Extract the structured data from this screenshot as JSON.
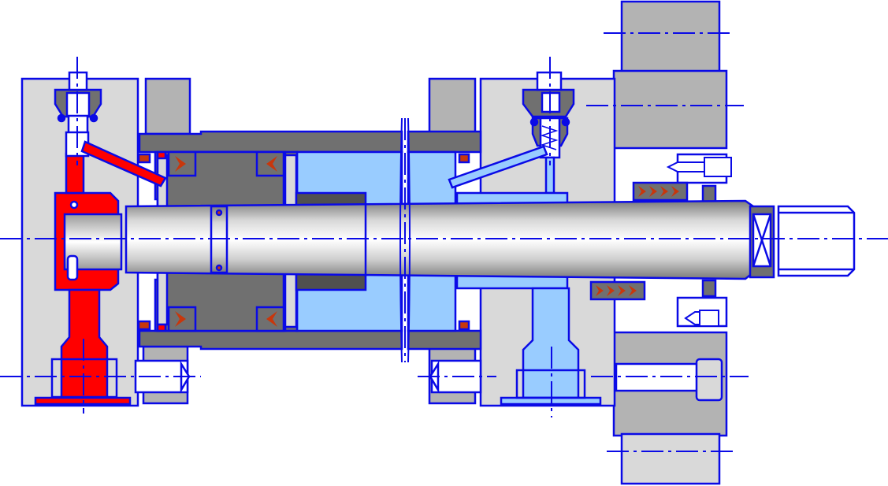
{
  "diagram": {
    "kind": "hydraulic-cylinder-cross-section",
    "labels": [],
    "colors": {
      "background": "#ffffff",
      "outline": "#0a0ae6",
      "housing_light": "#d9d9d9",
      "housing_mid": "#b3b3b3",
      "dark_part": "#707070",
      "fluid_pressure": "#ff0000",
      "fluid_return": "#99ccff",
      "seal_chevron": "#c8370c",
      "rod_highlight": "#ffffff",
      "rod_shadow": "#8a8a8a"
    },
    "components": [
      {
        "name": "left-end-cap"
      },
      {
        "name": "left-port-fitting"
      },
      {
        "name": "piston"
      },
      {
        "name": "piston-rod"
      },
      {
        "name": "cylinder-barrel"
      },
      {
        "name": "right-end-cap"
      },
      {
        "name": "right-check-valve"
      },
      {
        "name": "mounting-bracket"
      },
      {
        "name": "rod-seals"
      },
      {
        "name": "rod-end-thread"
      }
    ]
  }
}
